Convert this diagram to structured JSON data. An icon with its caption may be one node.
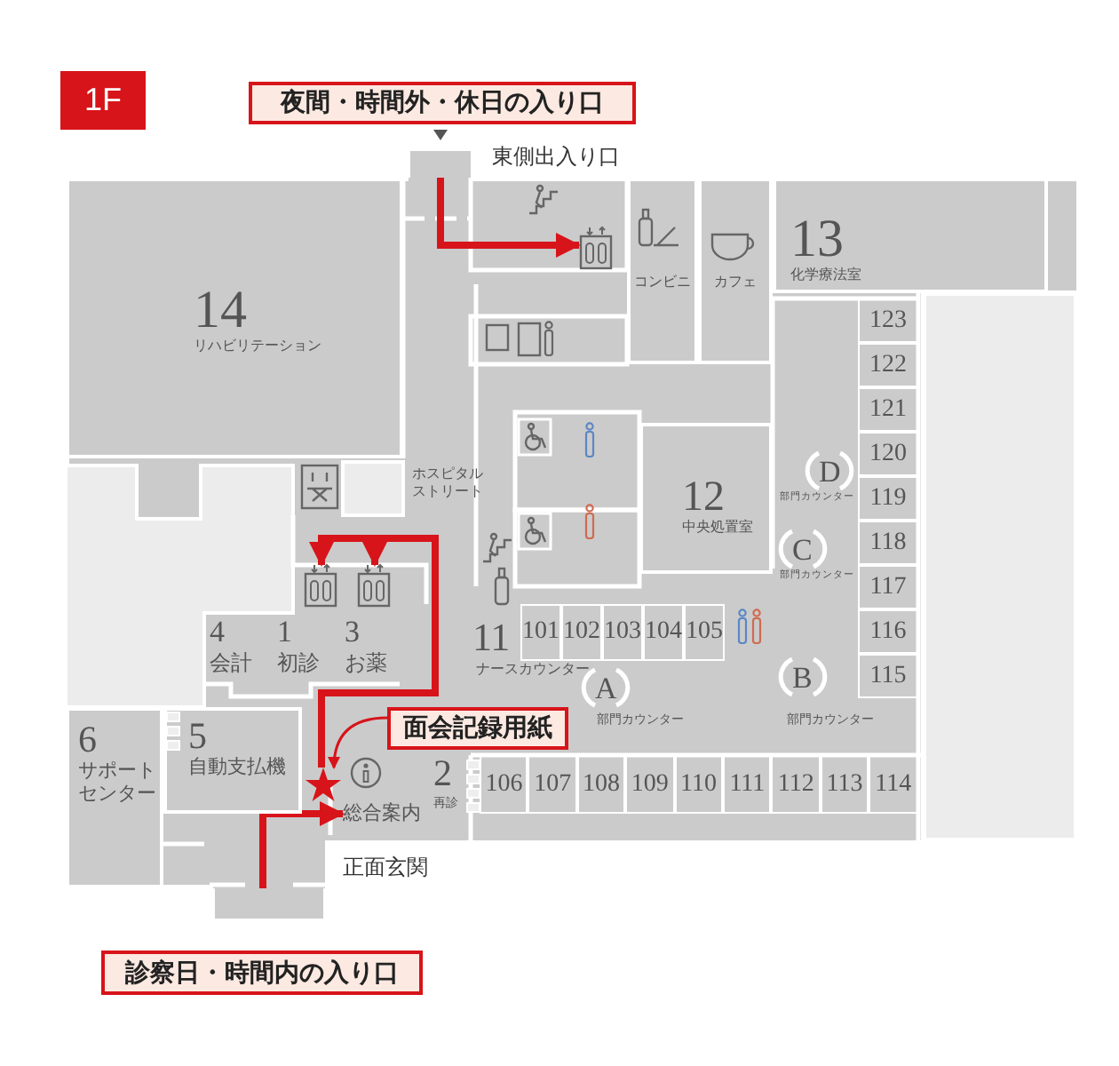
{
  "diagram": {
    "nodes": [
      {
        "text": [
          "1F"
        ]
      },
      {
        "text": [
          "夜間・時間外・休日の入り口"
        ]
      },
      {
        "text": [],
        "shape": "box",
        "beside": [
          "東側出入り口"
        ]
      },
      {
        "text": [
          "14",
          "リハビリテーション"
        ]
      },
      {
        "text": [],
        "shape": "picture"
      },
      {
        "text": [
          "コンビニ"
        ]
      },
      {
        "text": [
          "カフェ"
        ]
      },
      {
        "text": [
          "13",
          "化学療法室"
        ]
      },
      {
        "text": [
          "123"
        ]
      },
      {
        "text": [
          "122"
        ]
      },
      {
        "text": [
          "121"
        ]
      },
      {
        "text": [
          "120"
        ]
      },
      {
        "text": [
          "12",
          "中央処置室"
        ]
      },
      {
        "text": [
          "D",
          "部門カウンター"
        ]
      },
      {
        "text": [
          "119"
        ]
      },
      {
        "text": [
          "118"
        ]
      },
      {
        "text": [
          "C",
          "部門カウンター"
        ]
      },
      {
        "text": [
          "117"
        ]
      },
      {
        "text": [
          "116"
        ]
      },
      {
        "text": [
          "115"
        ]
      },
      {
        "text": [],
        "shape": "picture"
      },
      {
        "text": [],
        "shape": "picture"
      },
      {
        "text": [
          "4",
          "会計"
        ]
      },
      {
        "text": [
          "1",
          "初診"
        ]
      },
      {
        "text": [
          "3",
          "お薬"
        ]
      },
      {
        "text": [
          "101"
        ]
      },
      {
        "text": [
          "102"
        ]
      },
      {
        "text": [
          "103"
        ]
      },
      {
        "text": [
          "104"
        ]
      },
      {
        "text": [
          "105"
        ]
      },
      {
        "text": [
          "A",
          "部門カウンター"
        ]
      },
      {
        "text": [
          "B",
          "部門カウンター"
        ]
      },
      {
        "text": [
          "6",
          "サポートセンター"
        ]
      },
      {
        "text": [
          "5",
          "自動支払機"
        ]
      },
      {
        "text": [
          "面会記録用紙"
        ]
      },
      {
        "text": [],
        "shape": "star"
      },
      {
        "text": [
          "総合案内"
        ]
      },
      {
        "text": [
          "2",
          "再診"
        ]
      },
      {
        "text": [
          "106"
        ]
      },
      {
        "text": [
          "107"
        ]
      },
      {
        "text": [
          "108"
        ]
      },
      {
        "text": [
          "109"
        ]
      },
      {
        "text": [
          "110"
        ]
      },
      {
        "text": [
          "111"
        ]
      },
      {
        "text": [
          "112"
        ]
      },
      {
        "text": [
          "113"
        ]
      },
      {
        "text": [
          "114"
        ]
      },
      {
        "text": [],
        "shape": "box",
        "beside": [
          "正面玄関"
        ]
      },
      {
        "text": [
          "診察日・時間内の入り口"
        ]
      }
    ],
    "edges": [
      {
        "from": 2,
        "to": 4,
        "arrow": "to"
      },
      {
        "from": 47,
        "to": 36,
        "arrow": "to"
      },
      {
        "from": 35,
        "to": 20,
        "arrow": "to"
      },
      {
        "from": 35,
        "to": 21,
        "arrow": "to"
      },
      {
        "from": 34,
        "to": 35,
        "arrow": "to"
      }
    ],
    "labels": [
      "ホスピタルストリート",
      "11",
      "ナースカウンター"
    ]
  }
}
